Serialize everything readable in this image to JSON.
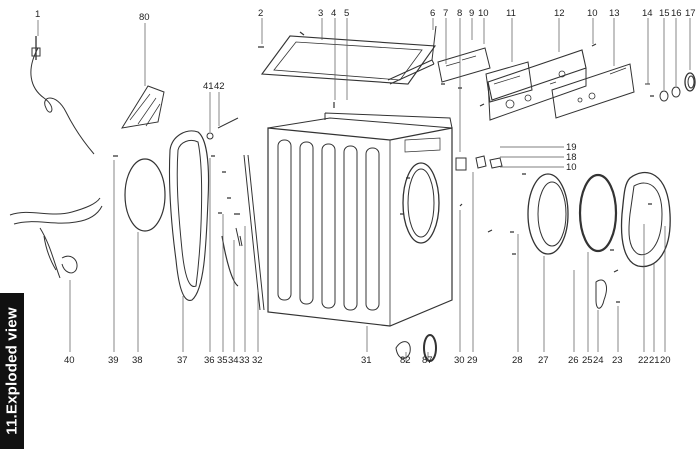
{
  "section": {
    "title": "11.Exploded view"
  },
  "colors": {
    "line": "#333333",
    "label": "#222222",
    "bar": "#111111",
    "bar_text": "#ffffff"
  },
  "top_labels": [
    "1",
    "80",
    "2",
    "3",
    "4",
    "5",
    "6",
    "8",
    "9",
    "10",
    "7",
    "11",
    "12",
    "10",
    "13",
    "14",
    "15",
    "16",
    "17",
    "41",
    "42"
  ],
  "side_labels": [
    "19",
    "18",
    "10"
  ],
  "bottom_labels": [
    "40",
    "39",
    "38",
    "37",
    "36",
    "35",
    "34",
    "33",
    "32",
    "31",
    "82",
    "87",
    "30",
    "29",
    "28",
    "27",
    "26",
    "25",
    "24",
    "23",
    "22",
    "21",
    "20"
  ]
}
